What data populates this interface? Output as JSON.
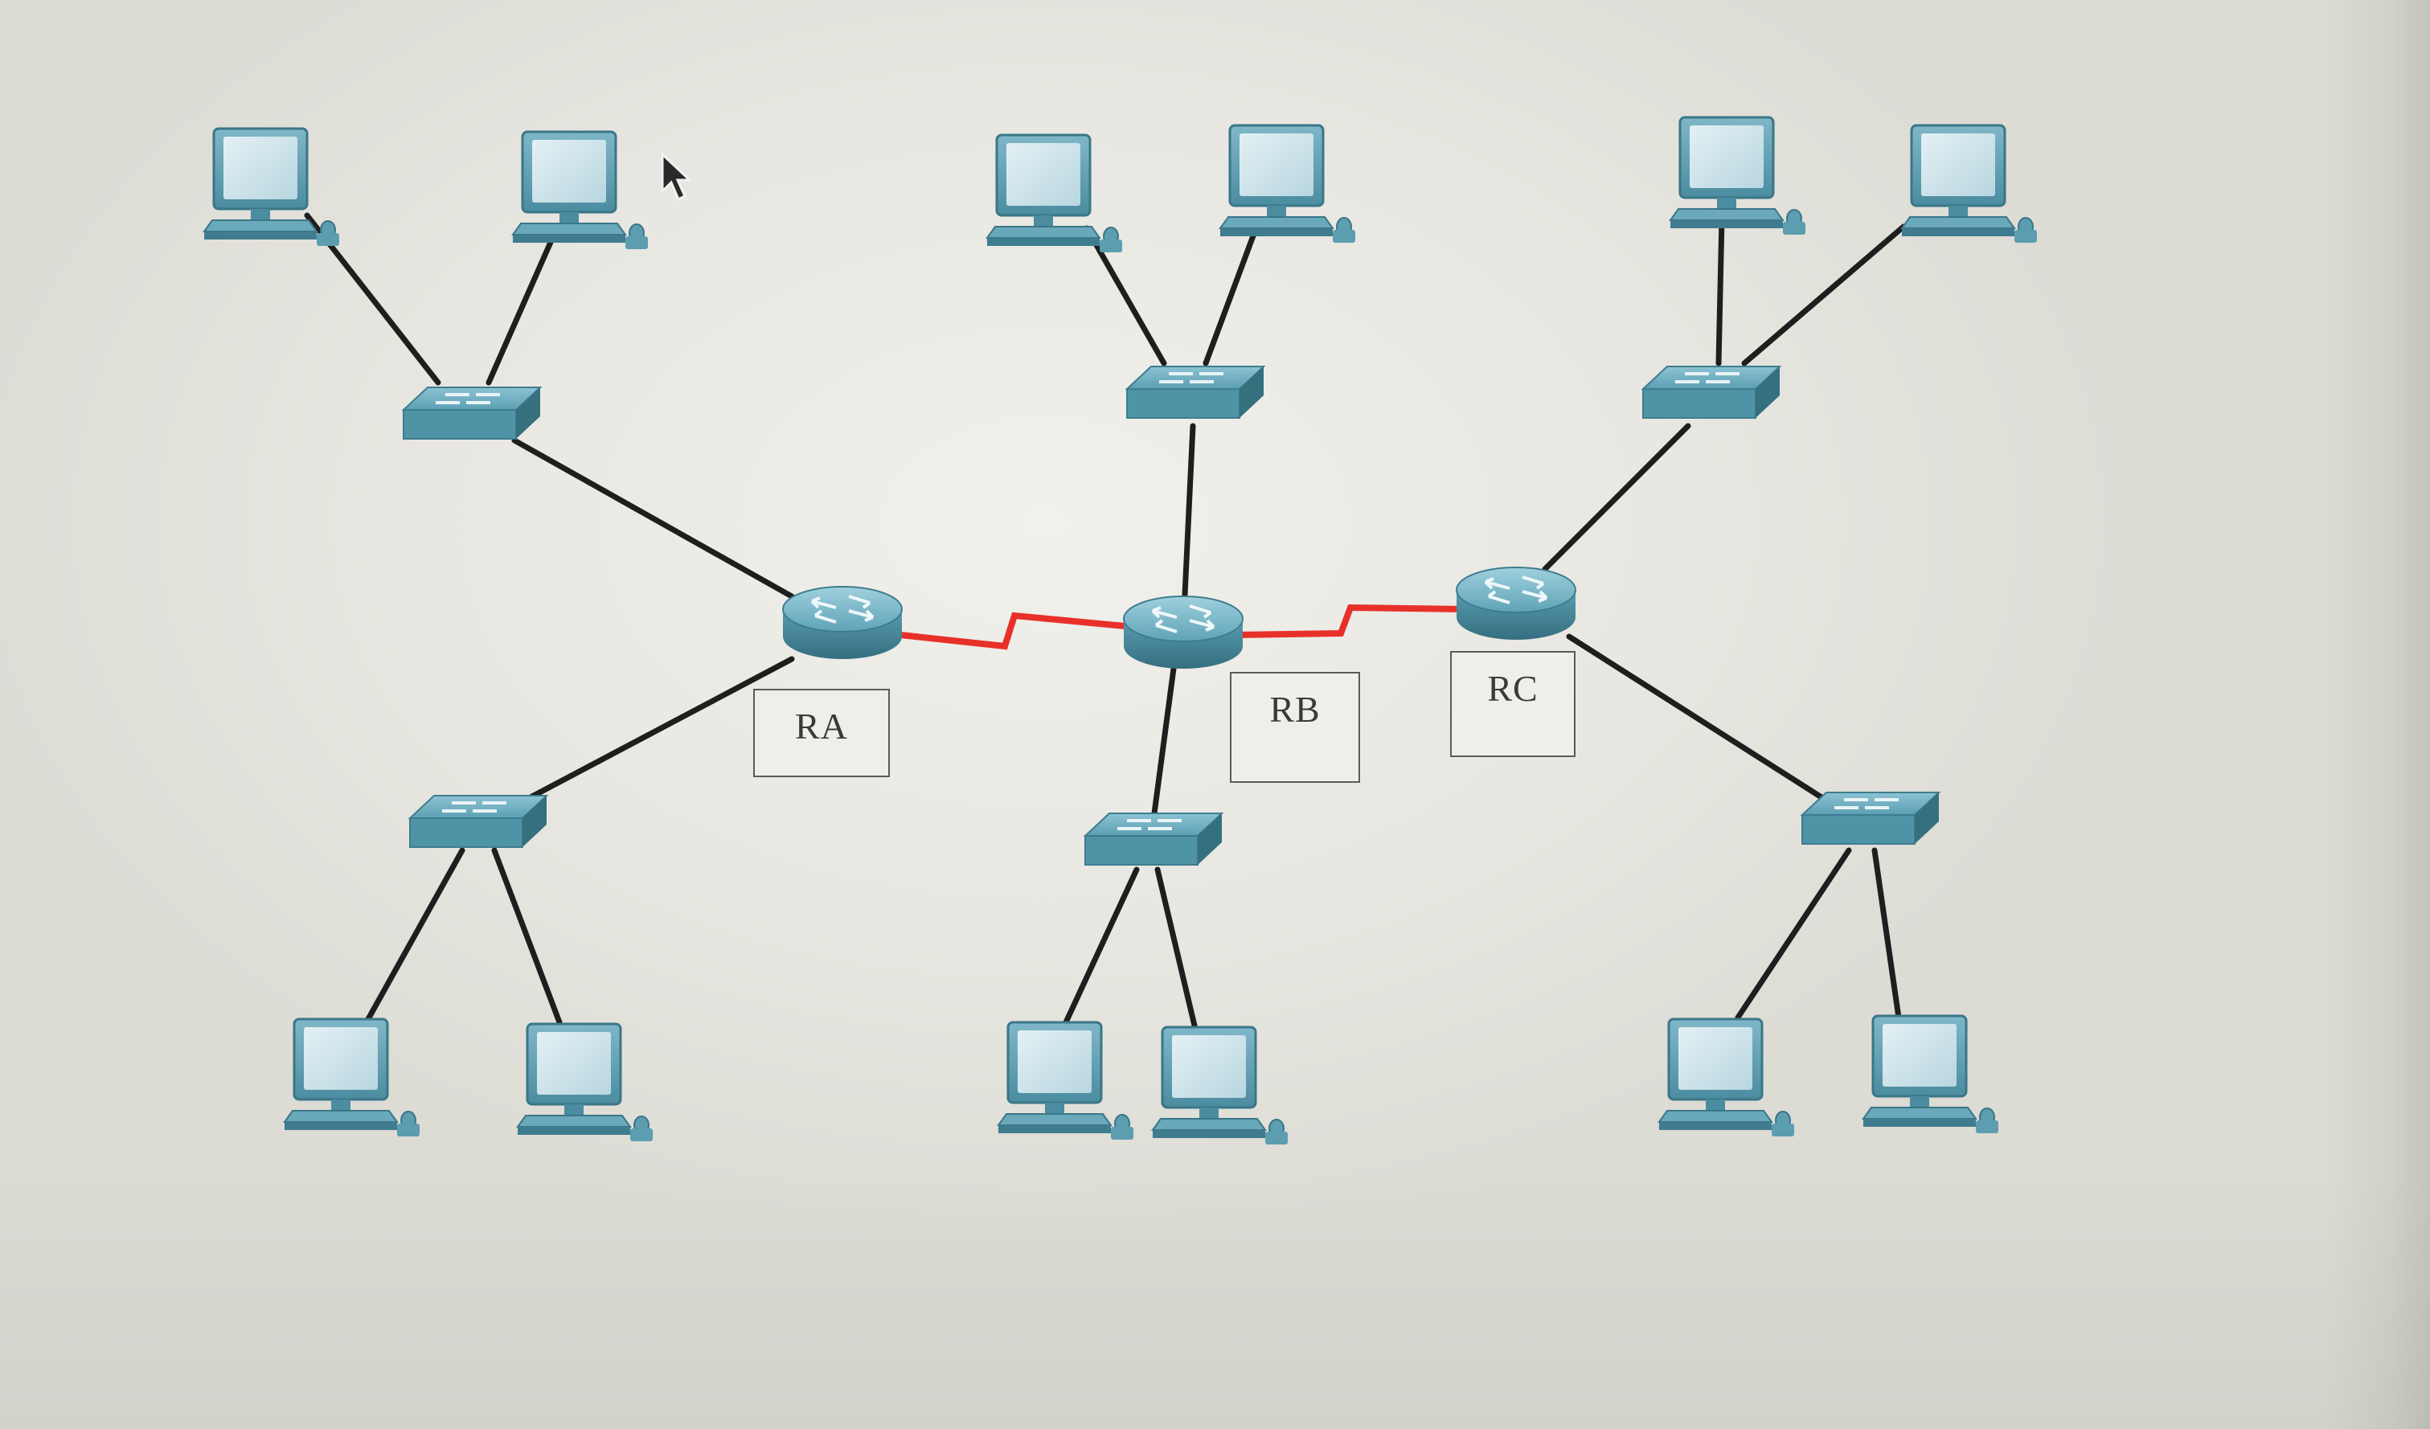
{
  "routers": [
    {
      "id": "ra",
      "label": "RA"
    },
    {
      "id": "rb",
      "label": "RB"
    },
    {
      "id": "rc",
      "label": "RC"
    }
  ],
  "device_counts": {
    "routers": 3,
    "switches": 6,
    "pcs": 12
  },
  "colors": {
    "wan_link": "#e8302a",
    "lan_link": "#1e1e1e",
    "device_body": "#5fa3b7",
    "device_dark": "#3f7c8f",
    "screen": "#cfe3ea"
  },
  "icons": {
    "router": "router-icon",
    "switch": "switch-icon",
    "pc": "pc-icon",
    "cursor": "mouse-pointer-icon"
  }
}
